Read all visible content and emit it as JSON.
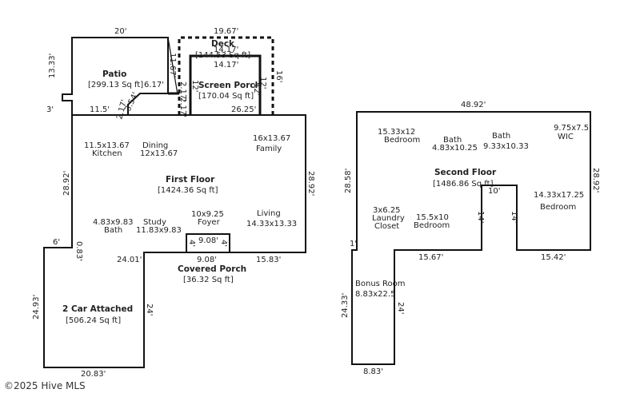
{
  "first_floor": {
    "patio": {
      "dim_top": "20'",
      "dim_left": "13.33'",
      "dim_left_small": "3'",
      "dim_bottom": "11.5'",
      "dim_diag1": "2.17'",
      "dim_diag2": "3.54'",
      "dim_right": "6.17'",
      "dim_vertical": "11.67'",
      "name": "Patio",
      "area": "[299.13 Sq ft]"
    },
    "deck": {
      "dim_top": "19.67'",
      "dim_inner_top": "14.17'",
      "name": "Deck",
      "area": "[144.53 Sq ft]",
      "dim_right": "16'",
      "dim_left_a": "2.17'",
      "dim_left_b": "2.17'",
      "dim_left_c": "12'"
    },
    "screen_porch": {
      "dim_top": "14.17'",
      "name": "Screen Porch",
      "area": "[170.04 Sq ft]",
      "dim_right": "12'",
      "dim_right_b": "12'",
      "dim_bottom": "26.25'"
    },
    "kitchen": {
      "size": "11.5x13.67",
      "name": "Kitchen"
    },
    "dining": {
      "name": "Dining",
      "size": "12x13.67"
    },
    "family": {
      "size": "16x13.67",
      "name": "Family"
    },
    "title": "First Floor",
    "area": "[1424.36 Sq ft]",
    "dim_left": "28.92'",
    "dim_right": "28.92'",
    "bath": {
      "size": "4.83x9.83",
      "name": "Bath"
    },
    "study": {
      "name": "Study",
      "size": "11.83x9.83"
    },
    "foyer": {
      "size": "10x9.25",
      "name": "Foyer"
    },
    "living": {
      "name": "Living",
      "size": "14.33x13.33"
    },
    "dim_6": "6'",
    "dim_083": "0.83'",
    "dim_2401": "24.01'",
    "dim_908": "9.08'",
    "dim_1583": "15.83'",
    "dim_4a": "4'",
    "dim_4b": "4'",
    "porch_width": "9.08'",
    "covered_porch": {
      "name": "Covered Porch",
      "area": "[36.32 Sq ft]"
    },
    "garage": {
      "dim_left": "24.93'",
      "name": "2 Car Attached",
      "area": "[506.24 Sq ft]",
      "dim_right": "24'",
      "dim_bottom": "20.83'"
    }
  },
  "second_floor": {
    "dim_top": "48.92'",
    "bedroom1": {
      "size": "15.33x12",
      "name": "Bedroom"
    },
    "bath1": {
      "name": "Bath",
      "size": "4.83x10.25"
    },
    "bath2": {
      "name": "Bath",
      "size": "9.33x10.33"
    },
    "wic": {
      "size": "9.75x7.5",
      "name": "WIC"
    },
    "title": "Second Floor",
    "area": "[1486.86 Sq ft]",
    "dim_left": "28.58'",
    "dim_right": "28.92'",
    "dim_10": "10'",
    "bedroom2": {
      "size": "14.33x17.25",
      "name": "Bedroom"
    },
    "laundry": {
      "size": "3x6.25",
      "name": "Laundry",
      "name2": "Closet"
    },
    "bedroom3": {
      "size": "15.5x10",
      "name": "Bedroom"
    },
    "dim_14a": "14'",
    "dim_14b": "14'",
    "dim_1": "1'",
    "dim_1567": "15.67'",
    "dim_1542": "15.42'",
    "bonus": {
      "name": "Bonus Room",
      "size": "8.83x22.5"
    },
    "dim_2433": "24.33'",
    "dim_24": "24'",
    "dim_883": "8.83'"
  },
  "copyright": "©2025 Hive MLS"
}
